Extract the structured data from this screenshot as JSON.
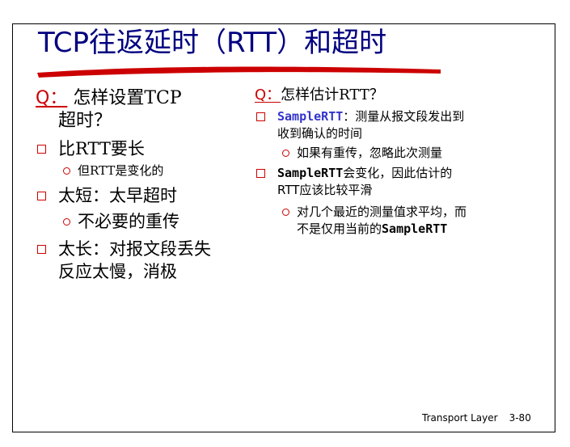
{
  "slide": {
    "title_latin_1": "TCP",
    "title_cjk_1": "往返延时（",
    "title_latin_2": "RTT",
    "title_cjk_2": "）和超时",
    "left": {
      "q_label": "Q：",
      "q_text_1": " 怎样设置TCP",
      "q_text_2": "超时？",
      "items": [
        {
          "text": "比RTT要长",
          "subs": [
            "但RTT是变化的"
          ]
        },
        {
          "text": "太短：太早超时",
          "subs": [
            "不必要的重传"
          ]
        },
        {
          "text": "太长：对报文段丢失",
          "cont": "反应太慢，消极",
          "subs": []
        }
      ]
    },
    "right": {
      "q_label": "Q：",
      "q_text": "怎样估计RTT？",
      "item1_code": "SampleRTT",
      "item1_text": "：测量从报文段发出到",
      "item1_cont": "收到确认的时间",
      "item1_sub": "如果有重传，忽略此次测量",
      "item2_code": "SampleRTT",
      "item2_text": "会变化，因此估计的",
      "item2_cont": "RTT应该比较平滑",
      "item2_sub_1": "对几个最近的测量值求平均，而",
      "item2_sub_2": "不是仅用当前的",
      "item2_sub_code": "SampleRTT"
    },
    "footer_label": "Transport Layer",
    "footer_page": "3-80"
  },
  "colors": {
    "title": "#000080",
    "accent_red": "#cc0000",
    "code_blue": "#3333cc",
    "underline_swash": "#cc0000"
  }
}
